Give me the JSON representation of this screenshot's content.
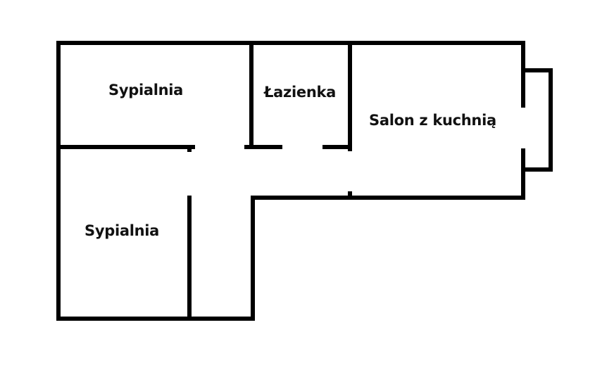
{
  "floor_plan": {
    "wall_color": "#000000",
    "background_color": "#ffffff",
    "rooms": [
      {
        "id": "bedroom-top",
        "label": "Sypialnia"
      },
      {
        "id": "bathroom",
        "label": "Łazienka"
      },
      {
        "id": "living-kitchen",
        "label": "Salon z kuchnią"
      },
      {
        "id": "bedroom-bottom",
        "label": "Sypialnia"
      }
    ]
  }
}
